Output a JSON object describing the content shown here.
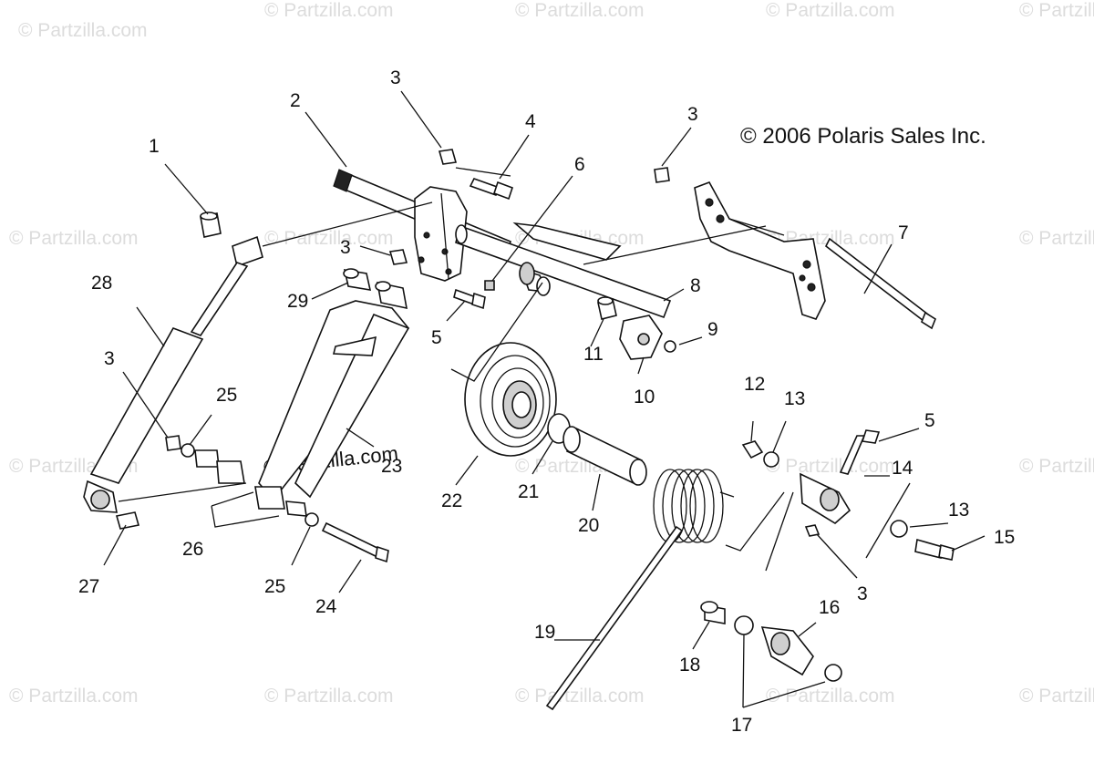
{
  "copyright": "© 2006 Polaris Sales Inc.",
  "inner_watermark": "© Partzilla.com",
  "watermark_text": "© Partzilla.com",
  "labels": {
    "l1": "1",
    "l2": "2",
    "l3a": "3",
    "l4": "4",
    "l3b": "3",
    "l6": "6",
    "l3c": "3",
    "l7": "7",
    "l8": "8",
    "l28": "28",
    "l29": "29",
    "l5a": "5",
    "l11": "11",
    "l9": "9",
    "l10": "10",
    "l3d": "3",
    "l25a": "25",
    "l23": "23",
    "l12": "12",
    "l13a": "13",
    "l5b": "5",
    "l14": "14",
    "l22": "22",
    "l21": "21",
    "l20": "20",
    "l13b": "13",
    "l15": "15",
    "l26": "26",
    "l27": "27",
    "l25b": "25",
    "l24": "24",
    "l3e": "3",
    "l16": "16",
    "l19": "19",
    "l18": "18",
    "l17": "17"
  },
  "colors": {
    "line": "#111111",
    "watermark": "#dcdcdc",
    "background": "#ffffff"
  }
}
